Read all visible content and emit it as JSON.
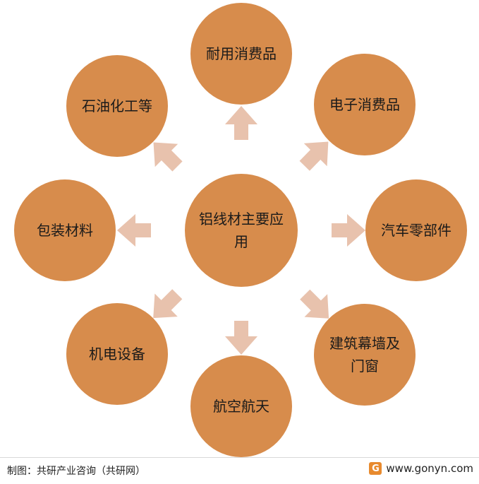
{
  "center": {
    "label": "铝线材主要应用"
  },
  "nodes": [
    {
      "id": "top",
      "label": "耐用消费品"
    },
    {
      "id": "upper-right",
      "label": "电子消费品"
    },
    {
      "id": "right",
      "label": "汽车零部件"
    },
    {
      "id": "lower-right",
      "label": "建筑幕墙及门窗"
    },
    {
      "id": "bottom",
      "label": "航空航天"
    },
    {
      "id": "lower-left",
      "label": "机电设备"
    },
    {
      "id": "left",
      "label": "包装材料"
    },
    {
      "id": "upper-left",
      "label": "石油化工等"
    }
  ],
  "footer": {
    "source": "制图：共研产业咨询（共研网）",
    "logo_letter": "G",
    "url": "www.gonyn.com"
  },
  "colors": {
    "node_fill": "#d78c4c",
    "arrow_fill": "#e8c2ad",
    "node_text": "#1a1a1a"
  }
}
